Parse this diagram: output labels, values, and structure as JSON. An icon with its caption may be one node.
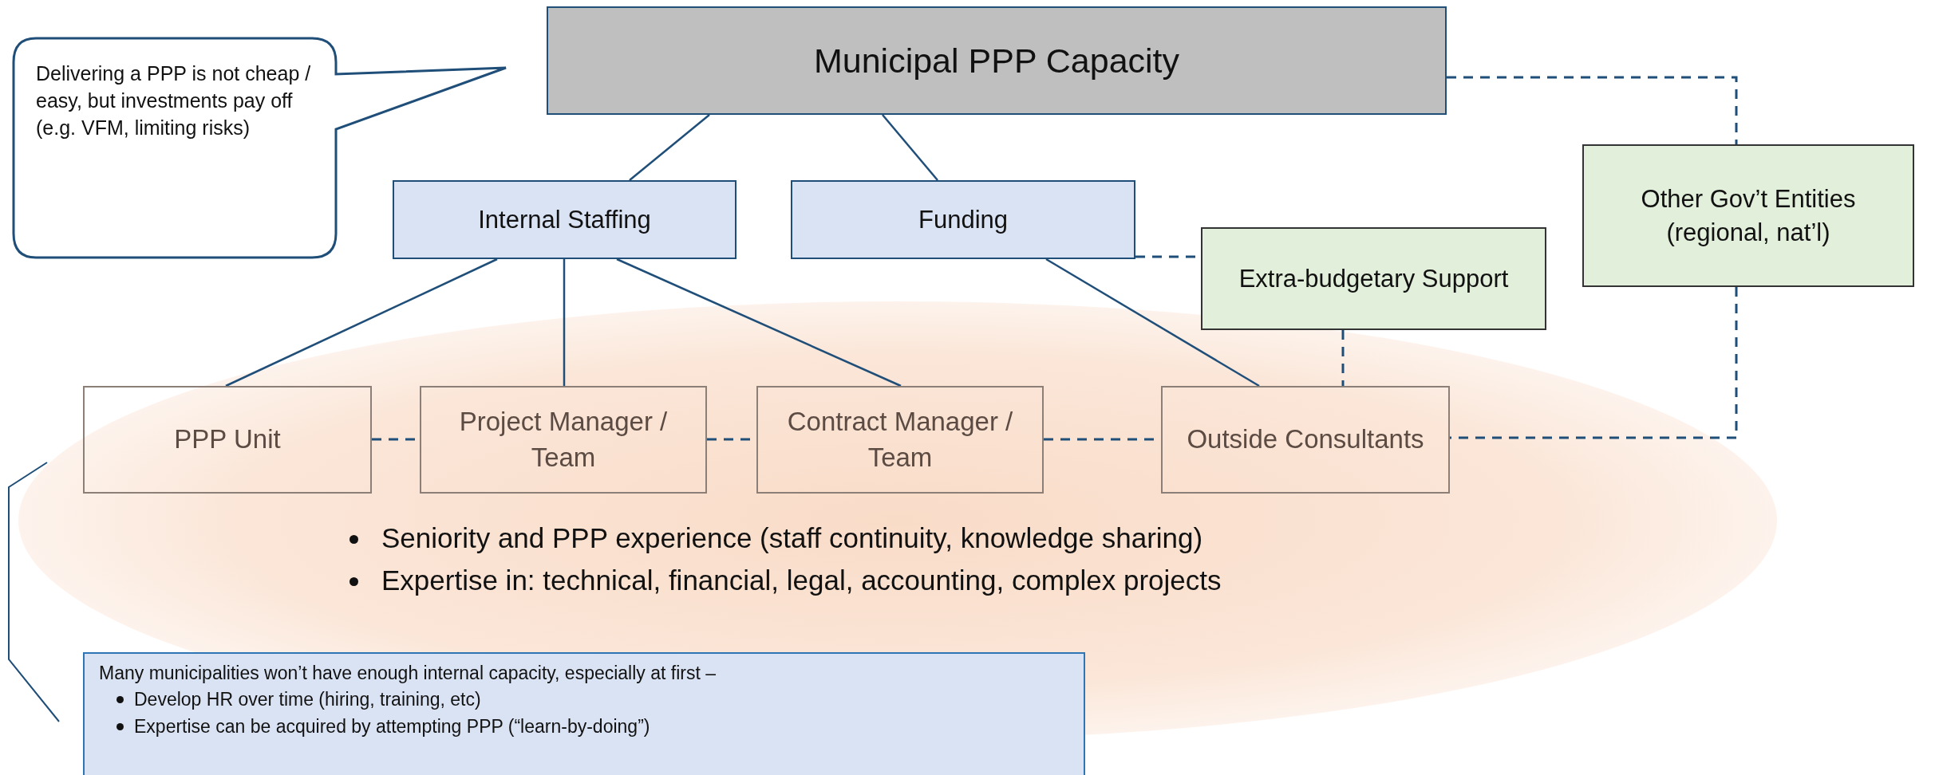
{
  "diagram": {
    "nodes": [
      {
        "text": [
          "Municipal PPP Capacity"
        ]
      },
      {
        "text": [
          "Delivering a PPP is not cheap / easy, but investments pay off (e.g. VFM, limiting risks)"
        ]
      },
      {
        "text": [
          "Internal Staffing"
        ]
      },
      {
        "text": [
          "Funding"
        ]
      },
      {
        "text": [
          "Extra-budgetary Support"
        ]
      },
      {
        "text": [
          "Other Gov’t Entities (regional, nat’l)"
        ]
      },
      {
        "text": [
          "PPP Unit"
        ]
      },
      {
        "text": [
          "Project Manager / Team"
        ]
      },
      {
        "text": [
          "Contract Manager / Team"
        ]
      },
      {
        "text": [
          "Outside Consultants"
        ]
      },
      {
        "text": [
          "Many municipalities won’t have enough internal capacity, especially at first –",
          "Develop HR over time (hiring, training, etc)",
          "Expertise can be acquired by attempting PPP (“learn-by-doing”)"
        ]
      }
    ],
    "edges": [
      {
        "from": 0,
        "to": 2,
        "arrow": "none"
      },
      {
        "from": 0,
        "to": 3,
        "arrow": "none"
      },
      {
        "from": 2,
        "to": 6,
        "arrow": "none"
      },
      {
        "from": 2,
        "to": 7,
        "arrow": "none"
      },
      {
        "from": 2,
        "to": 8,
        "arrow": "none"
      },
      {
        "from": 3,
        "to": 9,
        "arrow": "none"
      },
      {
        "from": 6,
        "to": 7,
        "arrow": "none",
        "style": "dashed"
      },
      {
        "from": 7,
        "to": 8,
        "arrow": "none",
        "style": "dashed"
      },
      {
        "from": 8,
        "to": 9,
        "arrow": "none",
        "style": "dashed"
      },
      {
        "from": 3,
        "to": 4,
        "arrow": "none",
        "style": "dashed"
      },
      {
        "from": 4,
        "to": 9,
        "arrow": "none",
        "style": "dashed"
      },
      {
        "from": 0,
        "to": 5,
        "arrow": "none",
        "style": "dashed"
      },
      {
        "from": 5,
        "to": 9,
        "arrow": "none",
        "style": "dashed"
      }
    ],
    "labels": [
      "Seniority and PPP experience (staff continuity, knowledge sharing)",
      "Expertise in: technical, financial, legal, accounting, complex projects"
    ]
  }
}
